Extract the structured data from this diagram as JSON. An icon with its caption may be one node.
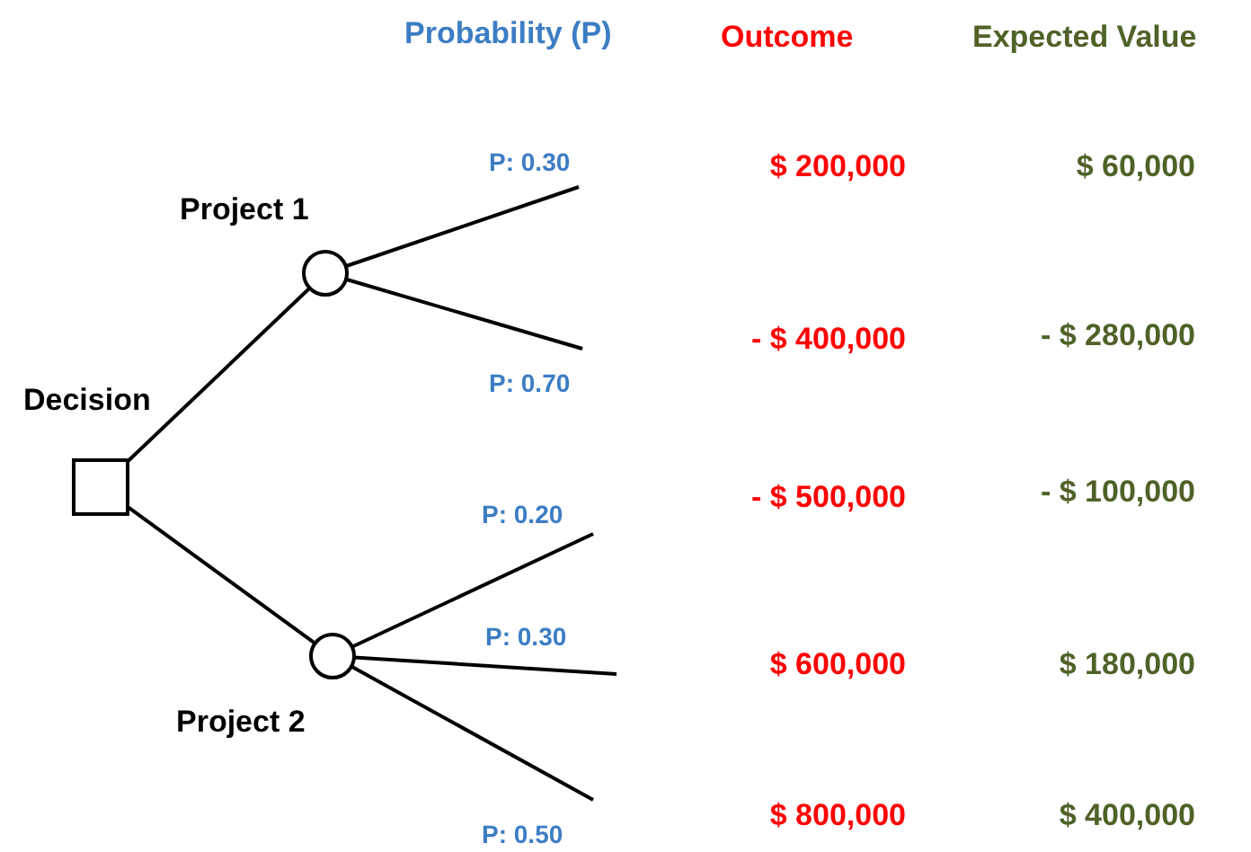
{
  "diagram": {
    "nodes": [
      {
        "text": [
          "Decision"
        ]
      },
      {
        "text": [
          "Project 1"
        ]
      },
      {
        "text": [
          "Project 2"
        ]
      }
    ],
    "edges": [
      {
        "from": 0,
        "to": 1,
        "arrow": "none"
      },
      {
        "from": 0,
        "to": 2,
        "arrow": "none"
      },
      {
        "from": 1,
        "to": null,
        "arrow": "none",
        "label": "P: 0.30"
      },
      {
        "from": 1,
        "to": null,
        "arrow": "none",
        "label": "P: 0.70"
      },
      {
        "from": 2,
        "to": null,
        "arrow": "none",
        "label": "P: 0.20"
      },
      {
        "from": 2,
        "to": null,
        "arrow": "none",
        "label": "P: 0.30"
      },
      {
        "from": 2,
        "to": null,
        "arrow": "none",
        "label": "P: 0.50"
      }
    ],
    "labels": [
      "Probability (P)",
      "Outcome",
      "Expected Value",
      "$ 200,000",
      "$ 60,000",
      "- $ 400,000",
      "- $ 280,000",
      "- $ 500,000",
      "- $ 100,000",
      "$ 600,000",
      "$ 180,000",
      "$ 800,000",
      "$ 400,000"
    ]
  }
}
